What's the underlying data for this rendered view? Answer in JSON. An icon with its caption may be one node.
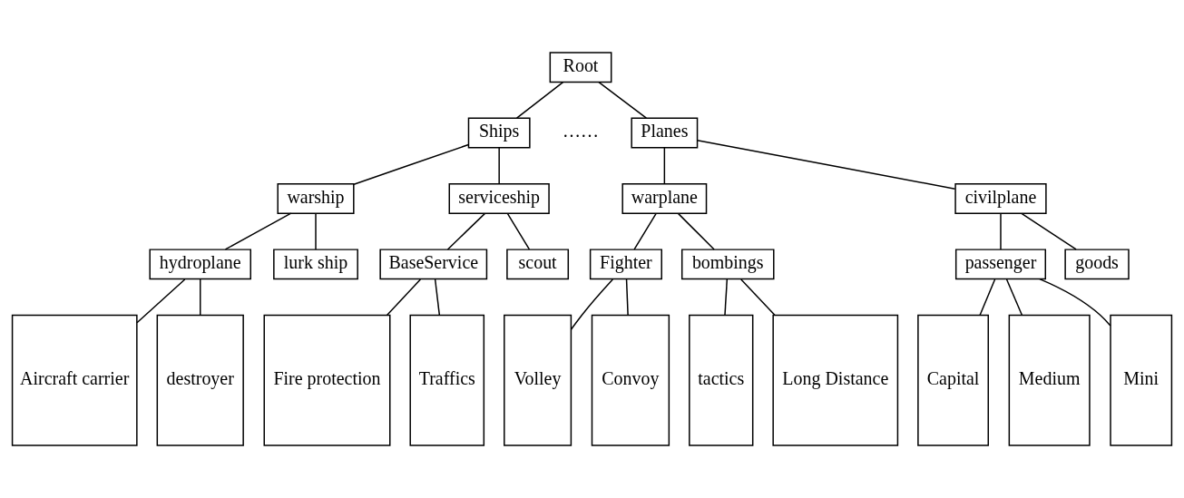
{
  "diagram": {
    "nodes": [
      {
        "text": [
          "Root"
        ]
      },
      {
        "text": [
          "Ships"
        ]
      },
      {
        "text": [
          "Planes"
        ]
      },
      {
        "text": [
          "warship"
        ]
      },
      {
        "text": [
          "serviceship"
        ]
      },
      {
        "text": [
          "warplane"
        ]
      },
      {
        "text": [
          "civilplane"
        ]
      },
      {
        "text": [
          "hydroplane"
        ]
      },
      {
        "text": [
          "lurk ship"
        ]
      },
      {
        "text": [
          "BaseService"
        ]
      },
      {
        "text": [
          "scout"
        ]
      },
      {
        "text": [
          "Fighter"
        ]
      },
      {
        "text": [
          "bombings"
        ]
      },
      {
        "text": [
          "passenger"
        ]
      },
      {
        "text": [
          "goods"
        ]
      },
      {
        "text": [
          "Aircraft carrier"
        ]
      },
      {
        "text": [
          "destroyer"
        ]
      },
      {
        "text": [
          "Fire protection"
        ]
      },
      {
        "text": [
          "Traffics"
        ]
      },
      {
        "text": [
          "Volley"
        ]
      },
      {
        "text": [
          "Convoy"
        ]
      },
      {
        "text": [
          "tactics"
        ]
      },
      {
        "text": [
          "Long Distance"
        ]
      },
      {
        "text": [
          "Capital"
        ]
      },
      {
        "text": [
          "Medium"
        ]
      },
      {
        "text": [
          "Mini"
        ]
      }
    ],
    "edges": [
      {
        "from": 0,
        "to": 1,
        "arrow": "none"
      },
      {
        "from": 0,
        "to": 2,
        "arrow": "none"
      },
      {
        "from": 1,
        "to": 3,
        "arrow": "none"
      },
      {
        "from": 1,
        "to": 4,
        "arrow": "none"
      },
      {
        "from": 2,
        "to": 5,
        "arrow": "none"
      },
      {
        "from": 2,
        "to": 6,
        "arrow": "none"
      },
      {
        "from": 3,
        "to": 7,
        "arrow": "none"
      },
      {
        "from": 3,
        "to": 8,
        "arrow": "none"
      },
      {
        "from": 4,
        "to": 9,
        "arrow": "none"
      },
      {
        "from": 4,
        "to": 10,
        "arrow": "none"
      },
      {
        "from": 5,
        "to": 11,
        "arrow": "none"
      },
      {
        "from": 5,
        "to": 12,
        "arrow": "none"
      },
      {
        "from": 6,
        "to": 13,
        "arrow": "none"
      },
      {
        "from": 6,
        "to": 14,
        "arrow": "none"
      },
      {
        "from": 7,
        "to": 15,
        "arrow": "none"
      },
      {
        "from": 7,
        "to": 16,
        "arrow": "none"
      },
      {
        "from": 9,
        "to": 17,
        "arrow": "none"
      },
      {
        "from": 9,
        "to": 18,
        "arrow": "none"
      },
      {
        "from": 11,
        "to": 19,
        "arrow": "none"
      },
      {
        "from": 11,
        "to": 20,
        "arrow": "none"
      },
      {
        "from": 12,
        "to": 21,
        "arrow": "none"
      },
      {
        "from": 12,
        "to": 22,
        "arrow": "none"
      },
      {
        "from": 13,
        "to": 23,
        "arrow": "none"
      },
      {
        "from": 13,
        "to": 24,
        "arrow": "none"
      },
      {
        "from": 13,
        "to": 25,
        "arrow": "none"
      }
    ],
    "labels": [
      "……"
    ]
  }
}
